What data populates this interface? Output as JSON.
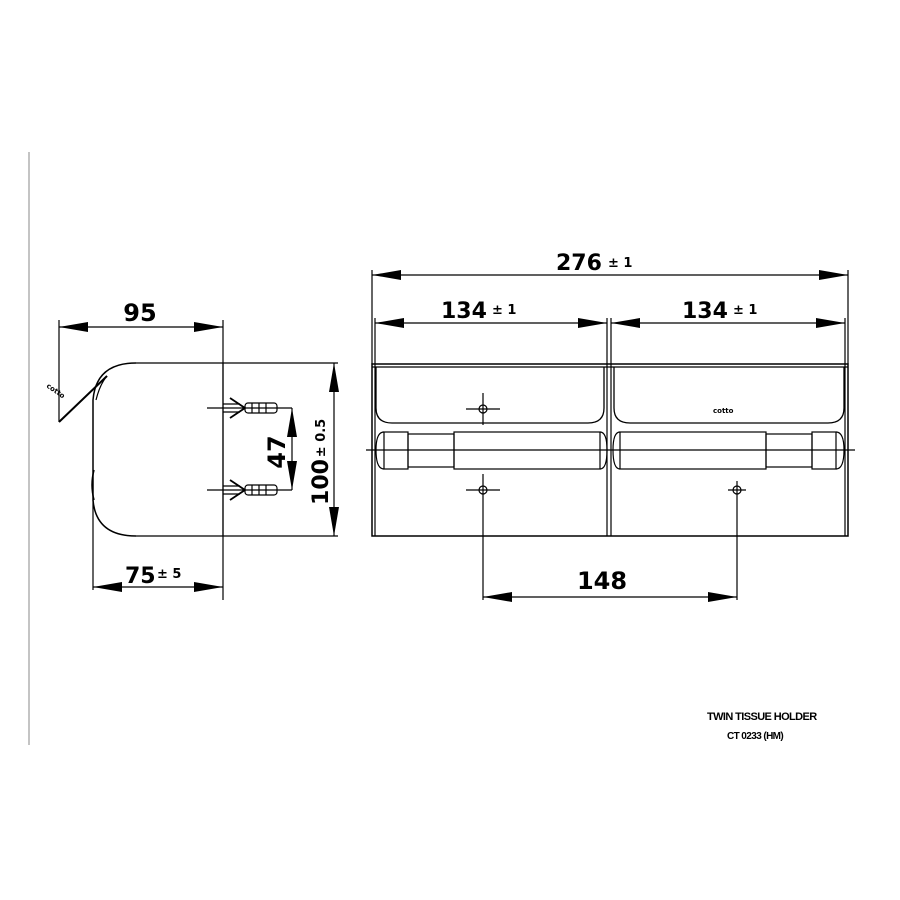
{
  "drawing": {
    "title": "TWIN TISSUE HOLDER",
    "model": "CT 0233 (HM)",
    "brand_mark": "cotto"
  },
  "side_view": {
    "depth_total": {
      "value": "95",
      "tolerance": ""
    },
    "depth_body": {
      "value": "75",
      "tolerance": "± 5"
    },
    "height": {
      "value": "100",
      "tolerance": "± 0.5"
    },
    "anchor_spacing": {
      "value": "47",
      "tolerance": ""
    }
  },
  "front_view": {
    "width_total": {
      "value": "276",
      "tolerance": "± 1"
    },
    "width_left": {
      "value": "134",
      "tolerance": "± 1"
    },
    "width_right": {
      "value": "134",
      "tolerance": "± 1"
    },
    "hole_spacing": {
      "value": "148",
      "tolerance": ""
    }
  },
  "colors": {
    "line": "#000000",
    "background": "#ffffff",
    "border": "#888888"
  }
}
